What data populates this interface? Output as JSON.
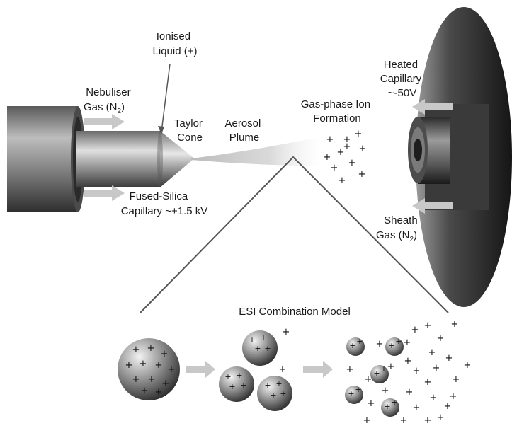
{
  "labels": {
    "ionised_liquid": [
      "Ionised",
      "Liquid (+)"
    ],
    "nebuliser_gas": [
      "Nebuliser",
      "Gas (N",
      "2",
      ")"
    ],
    "taylor_cone": [
      "Taylor",
      "Cone"
    ],
    "aerosol_plume": [
      "Aerosol",
      "Plume"
    ],
    "gas_phase_ion": [
      "Gas-phase Ion",
      "Formation"
    ],
    "heated_capillary": [
      "Heated",
      "Capillary",
      "~-50V"
    ],
    "fused_silica": [
      "Fused-Silica",
      "Capillary ~+1.5 kV"
    ],
    "sheath_gas": [
      "Sheath",
      "Gas (N",
      "2",
      ")"
    ],
    "esi_model": "ESI Combination Model"
  },
  "plus_sign": "+",
  "colors": {
    "metal_dark": "#3a3a3a",
    "metal_mid": "#8a8a8a",
    "metal_light": "#d6d6d6",
    "arrow_fill": "#c8c8c8",
    "line": "#555555"
  }
}
